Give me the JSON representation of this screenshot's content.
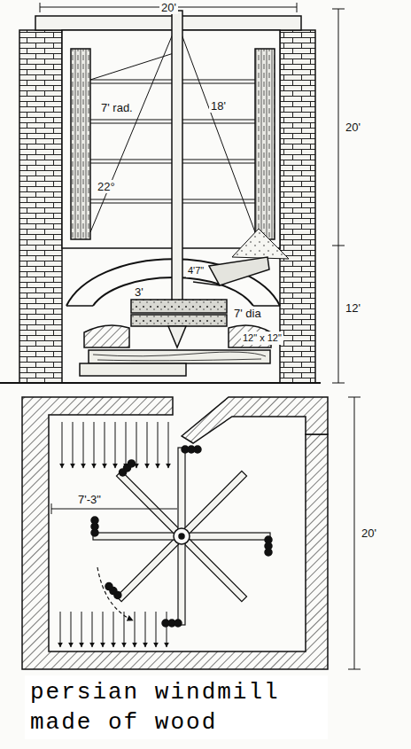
{
  "diagram": {
    "caption": "persian windmill made of wood",
    "labels": [
      "20'",
      "7' rad.",
      "18'",
      "22°",
      "20'",
      "4'7\"",
      "3'",
      "7' dia",
      "12'",
      "12\" x 12\"",
      "7'-3\"",
      "20'"
    ]
  }
}
